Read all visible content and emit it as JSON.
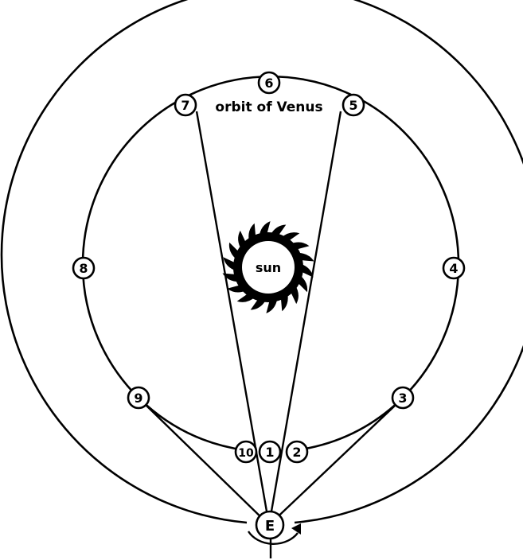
{
  "title": "orbit of Venus",
  "sun_label": "sun",
  "earth_label": "E",
  "positions": [
    "1",
    "2",
    "3",
    "4",
    "5",
    "6",
    "7",
    "8",
    "9",
    "10"
  ],
  "colors": {
    "ink": "#000000",
    "background": "#ffffff"
  }
}
